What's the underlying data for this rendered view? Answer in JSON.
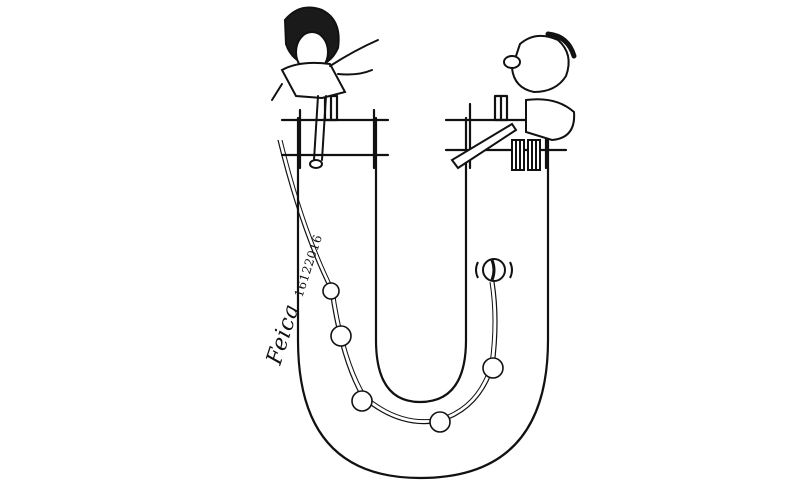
{
  "image": {
    "type": "editorial-cartoon",
    "style": "black ink line drawing on white",
    "background_color": "#ffffff",
    "ink_color": "#111111"
  },
  "scene": {
    "pitch_shape": "U-shaped cricket pitch",
    "left_figure": "bowler with curly hair leaping off top-left end of pitch",
    "right_figure": "batsman in striped pads holding bat at top-right end of pitch",
    "ball": "cricket ball at right arm of U with motion lines",
    "ball_path": "ball trail curving around bottom of U with dust puffs"
  },
  "signature": {
    "name": "Feica",
    "date": "16122016"
  }
}
